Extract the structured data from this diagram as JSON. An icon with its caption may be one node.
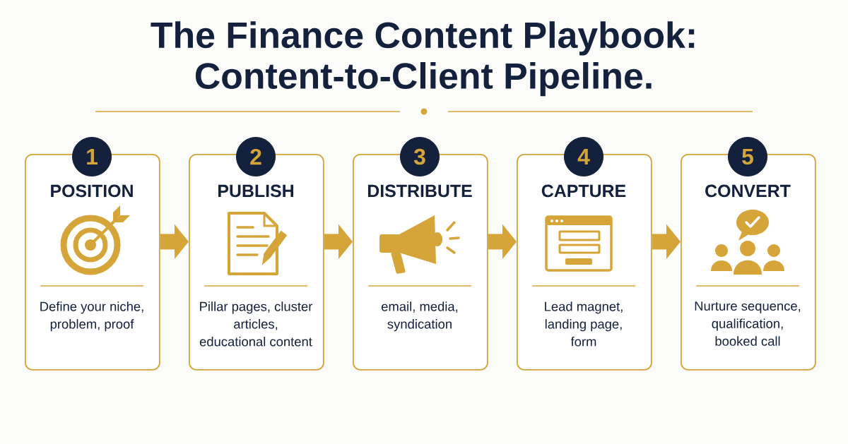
{
  "diagram": {
    "title": "The Finance Content Playbook: Content-to-Client Pipeline.",
    "nodes": [
      {
        "text": [
          "1"
        ]
      },
      {
        "text": [
          "POSITION",
          "Define your niche, problem, proof"
        ]
      },
      {
        "text": [
          "2"
        ]
      },
      {
        "text": [
          "PUBLISH",
          "Pillar pages, cluster articles, educational content"
        ]
      },
      {
        "text": [
          "3"
        ]
      },
      {
        "text": [
          "DISTRIBUTE",
          "email, media, syndication"
        ]
      },
      {
        "text": [
          "4"
        ]
      },
      {
        "text": [
          "CAPTURE",
          "Lead magnet, landing page, form"
        ]
      },
      {
        "text": [
          "5"
        ]
      },
      {
        "text": [
          "CONVERT",
          "Nurture sequence, qualification, booked call"
        ]
      }
    ],
    "edges": [
      {
        "from": 1,
        "to": 3,
        "arrow": "to"
      },
      {
        "from": 3,
        "to": 5,
        "arrow": "to"
      },
      {
        "from": 5,
        "to": 7,
        "arrow": "to"
      },
      {
        "from": 7,
        "to": 9,
        "arrow": "to"
      }
    ]
  }
}
